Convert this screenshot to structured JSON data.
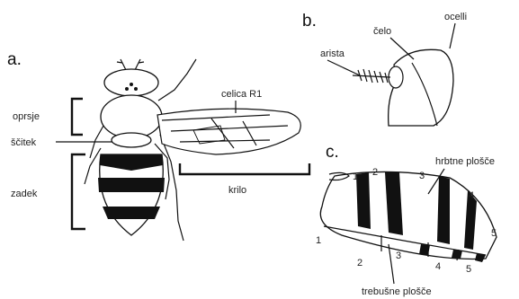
{
  "panels": {
    "a": "a.",
    "b": "b.",
    "c": "c."
  },
  "panel_a": {
    "oprsje": "oprsje",
    "scitek": "ščitek",
    "zadek": "zadek",
    "celica": "celica R1",
    "krilo": "krilo"
  },
  "panel_b": {
    "arista": "arista",
    "celo": "čelo",
    "ocelli": "ocelli"
  },
  "panel_c": {
    "hrbtne": "hrbtne plošče",
    "trebusne": "trebušne plošče",
    "dorsal_numbers": [
      "1",
      "2",
      "3",
      "4",
      "5"
    ],
    "ventral_numbers": [
      "1",
      "2",
      "3",
      "4",
      "5"
    ]
  }
}
